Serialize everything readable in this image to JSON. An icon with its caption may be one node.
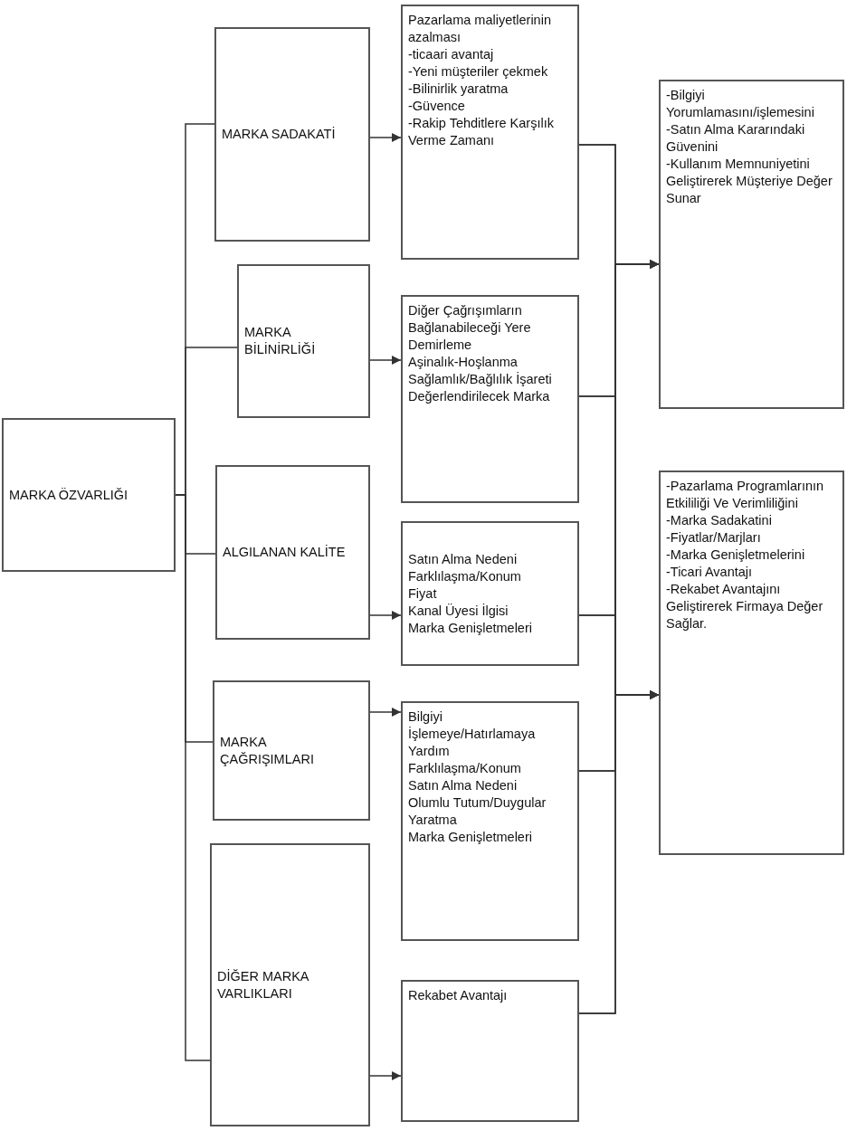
{
  "diagram": {
    "nodes": [
      {
        "text": [
          "MARKA ÖZVARLIĞI"
        ]
      },
      {
        "text": [
          "MARKA SADAKATİ"
        ]
      },
      {
        "text": [
          "MARKA BİLİNİRLİĞİ"
        ]
      },
      {
        "text": [
          "ALGILANAN KALİTE"
        ]
      },
      {
        "text": [
          "MARKA ÇAĞRIŞIMLARI"
        ]
      },
      {
        "text": [
          "DİĞER MARKA VARLIKLARI"
        ]
      },
      {
        "text": [
          "Pazarlama maliyetlerinin azalması",
          "-ticaari avantaj",
          "-Yeni müşteriler çekmek",
          "-Bilinirlik yaratma",
          "-Güvence",
          "-Rakip Tehditlere Karşılık Verme Zamanı"
        ]
      },
      {
        "text": [
          "Diğer Çağrışımların Bağlanabileceği Yere Demirleme",
          "Aşinalık-Hoşlanma",
          "Sağlamlık/Bağlılık İşareti",
          "Değerlendirilecek Marka"
        ]
      },
      {
        "text": [
          "Satın Alma Nedeni",
          "Farklılaşma/Konum",
          "Fiyat",
          "Kanal Üyesi İlgisi",
          "Marka Genişletmeleri"
        ]
      },
      {
        "text": [
          "Bilgiyi İşlemeye/Hatırlamaya Yardım",
          "Farklılaşma/Konum",
          "Satın Alma Nedeni",
          "Olumlu Tutum/Duygular Yaratma",
          "Marka Genişletmeleri"
        ]
      },
      {
        "text": [
          "Rekabet Avantajı"
        ]
      },
      {
        "text": [
          "-Bilgiyi Yorumlamasını/işlemesini",
          "-Satın Alma Kararındaki Güvenini",
          "-Kullanım Memnuniyetini Geliştirerek Müşteriye Değer Sunar"
        ]
      },
      {
        "text": [
          "-Pazarlama Programlarının Etkililiği Ve Verimliliğini",
          "-Marka Sadakatini",
          "-Fiyatlar/Marjları",
          "-Marka Genişletmelerini",
          "-Ticari Avantajı",
          "-Rekabet Avantajını Geliştirerek Firmaya Değer Sağlar."
        ]
      }
    ],
    "edges": [
      {
        "from": 0,
        "to": 1,
        "arrow": "none"
      },
      {
        "from": 0,
        "to": 2,
        "arrow": "none"
      },
      {
        "from": 0,
        "to": 3,
        "arrow": "none"
      },
      {
        "from": 0,
        "to": 4,
        "arrow": "none"
      },
      {
        "from": 0,
        "to": 5,
        "arrow": "none"
      },
      {
        "from": 1,
        "to": 6,
        "arrow": "to"
      },
      {
        "from": 2,
        "to": 7,
        "arrow": "to"
      },
      {
        "from": 3,
        "to": 8,
        "arrow": "to"
      },
      {
        "from": 4,
        "to": 9,
        "arrow": "to"
      },
      {
        "from": 5,
        "to": 10,
        "arrow": "to"
      },
      {
        "from": 6,
        "to": 11,
        "arrow": "to"
      },
      {
        "from": 7,
        "to": 11,
        "arrow": "to"
      },
      {
        "from": 8,
        "to": 11,
        "arrow": "to"
      },
      {
        "from": 9,
        "to": 11,
        "arrow": "to"
      },
      {
        "from": 10,
        "to": 11,
        "arrow": "to"
      },
      {
        "from": 6,
        "to": 12,
        "arrow": "to"
      },
      {
        "from": 7,
        "to": 12,
        "arrow": "to"
      },
      {
        "from": 8,
        "to": 12,
        "arrow": "to"
      },
      {
        "from": 9,
        "to": 12,
        "arrow": "to"
      },
      {
        "from": 10,
        "to": 12,
        "arrow": "to"
      }
    ]
  }
}
